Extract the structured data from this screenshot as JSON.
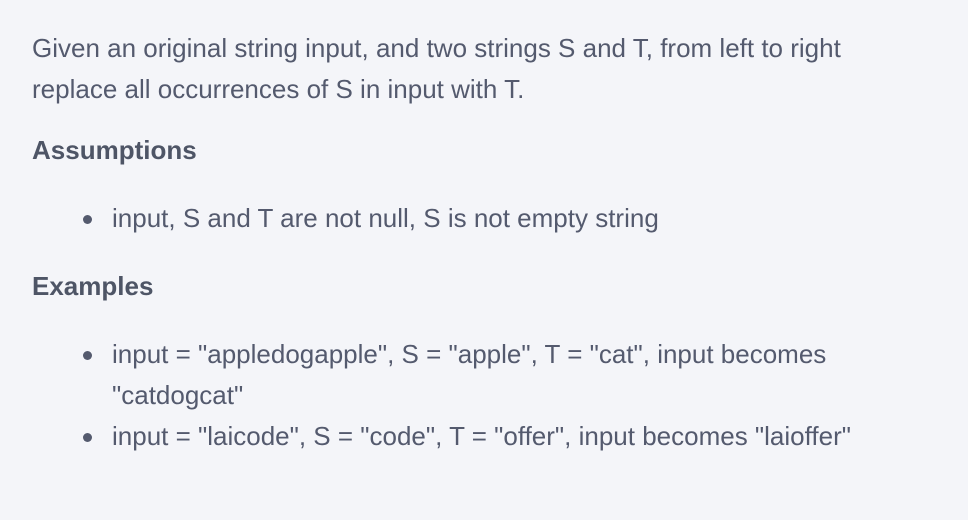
{
  "description": "Given an original string input, and two strings S and T, from left to right replace all occurrences of S in input with T.",
  "assumptions": {
    "heading": "Assumptions",
    "items": [
      "input, S and T are not null, S is not empty string"
    ]
  },
  "examples": {
    "heading": "Examples",
    "items": [
      "input = \"appledogapple\", S = \"apple\", T = \"cat\", input becomes \"catdogcat\"",
      "input = \"laicode\", S = \"code\", T = \"offer\", input becomes \"laioffer\""
    ]
  }
}
